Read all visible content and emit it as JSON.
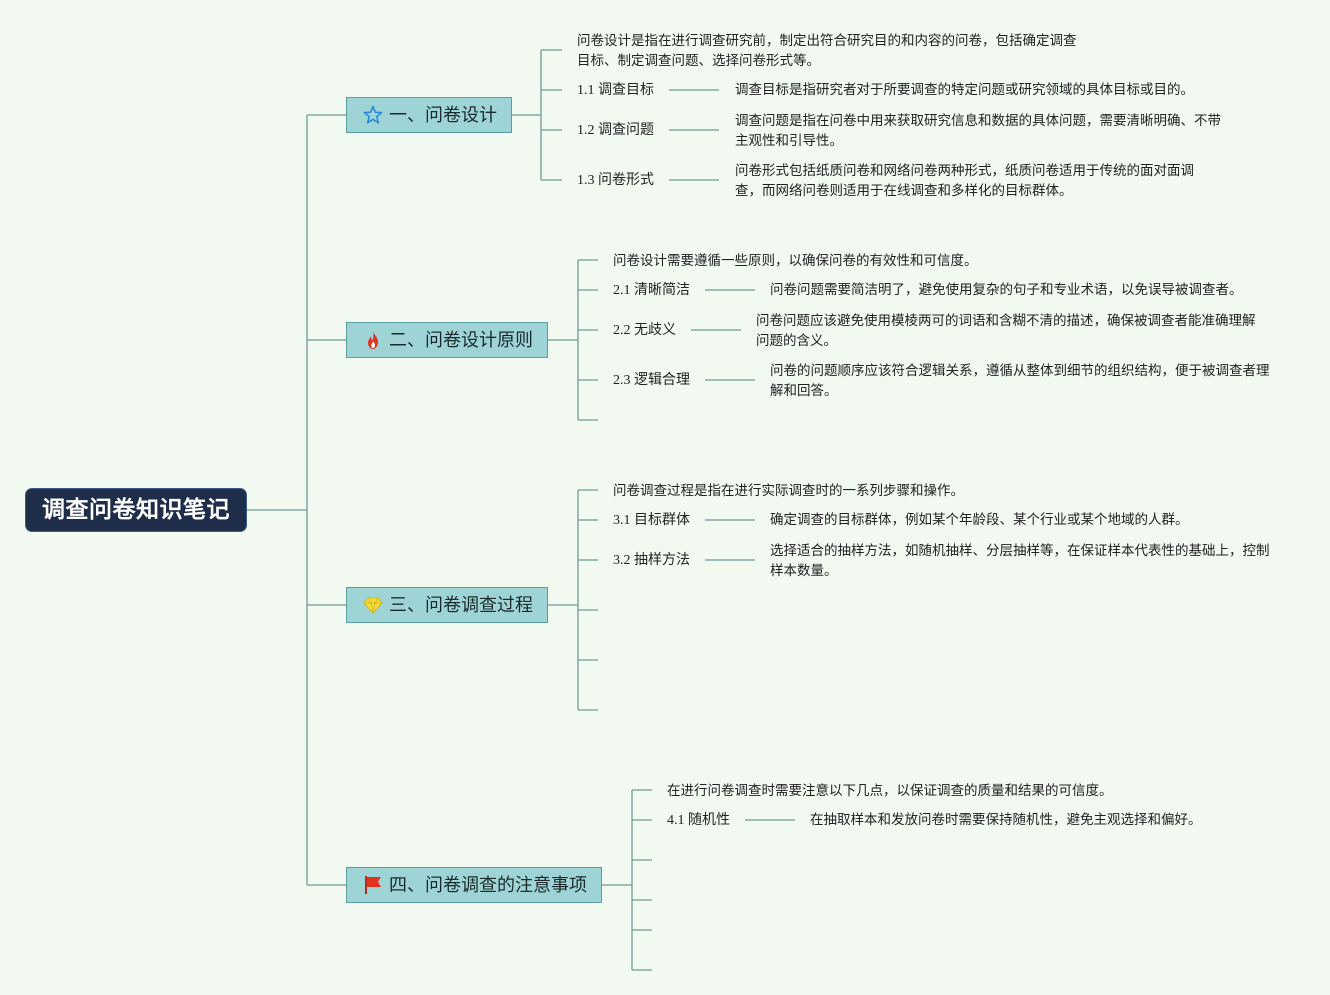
{
  "root": {
    "title": "调查问卷知识笔记"
  },
  "colors": {
    "line": "#6e9a96",
    "root_bg": "#1e2d4a",
    "branch_bg": "#9fd4d6",
    "background": "#f1f9f1"
  },
  "branches": [
    {
      "title": "一、问卷设计",
      "icon": "star-icon",
      "intro": "问卷设计是指在进行调查研究前，制定出符合研究目的和内容的问卷，包括确定调查目标、制定调查问题、选择问卷形式等。",
      "items": [
        {
          "label": "1.1 调查目标",
          "desc": "调查目标是指研究者对于所要调查的特定问题或研究领域的具体目标或目的。"
        },
        {
          "label": "1.2 调查问题",
          "desc": "调查问题是指在问卷中用来获取研究信息和数据的具体问题，需要清晰明确、不带主观性和引导性。"
        },
        {
          "label": "1.3 问卷形式",
          "desc": "问卷形式包括纸质问卷和网络问卷两种形式，纸质问卷适用于传统的面对面调查，而网络问卷则适用于在线调查和多样化的目标群体。"
        }
      ]
    },
    {
      "title": "二、问卷设计原则",
      "icon": "fire-icon",
      "intro": "问卷设计需要遵循一些原则，以确保问卷的有效性和可信度。",
      "items": [
        {
          "label": "2.1 清晰简洁",
          "desc": "问卷问题需要简洁明了，避免使用复杂的句子和专业术语，以免误导被调查者。"
        },
        {
          "label": "2.2 无歧义",
          "desc": "问卷问题应该避免使用模棱两可的词语和含糊不清的描述，确保被调查者能准确理解问题的含义。"
        },
        {
          "label": "2.3 逻辑合理",
          "desc": "问卷的问题顺序应该符合逻辑关系，遵循从整体到细节的组织结构，便于被调查者理解和回答。"
        }
      ]
    },
    {
      "title": "三、问卷调查过程",
      "icon": "gem-icon",
      "intro": "问卷调查过程是指在进行实际调查时的一系列步骤和操作。",
      "items": [
        {
          "label": "3.1 目标群体",
          "desc": "确定调查的目标群体，例如某个年龄段、某个行业或某个地域的人群。"
        },
        {
          "label": "3.2 抽样方法",
          "desc": "选择适合的抽样方法，如随机抽样、分层抽样等，在保证样本代表性的基础上，控制样本数量。"
        }
      ]
    },
    {
      "title": "四、问卷调查的注意事项",
      "icon": "flag-icon",
      "intro": "在进行问卷调查时需要注意以下几点，以保证调查的质量和结果的可信度。",
      "items": [
        {
          "label": "4.1 随机性",
          "desc": "在抽取样本和发放问卷时需要保持随机性，避免主观选择和偏好。"
        }
      ]
    }
  ]
}
